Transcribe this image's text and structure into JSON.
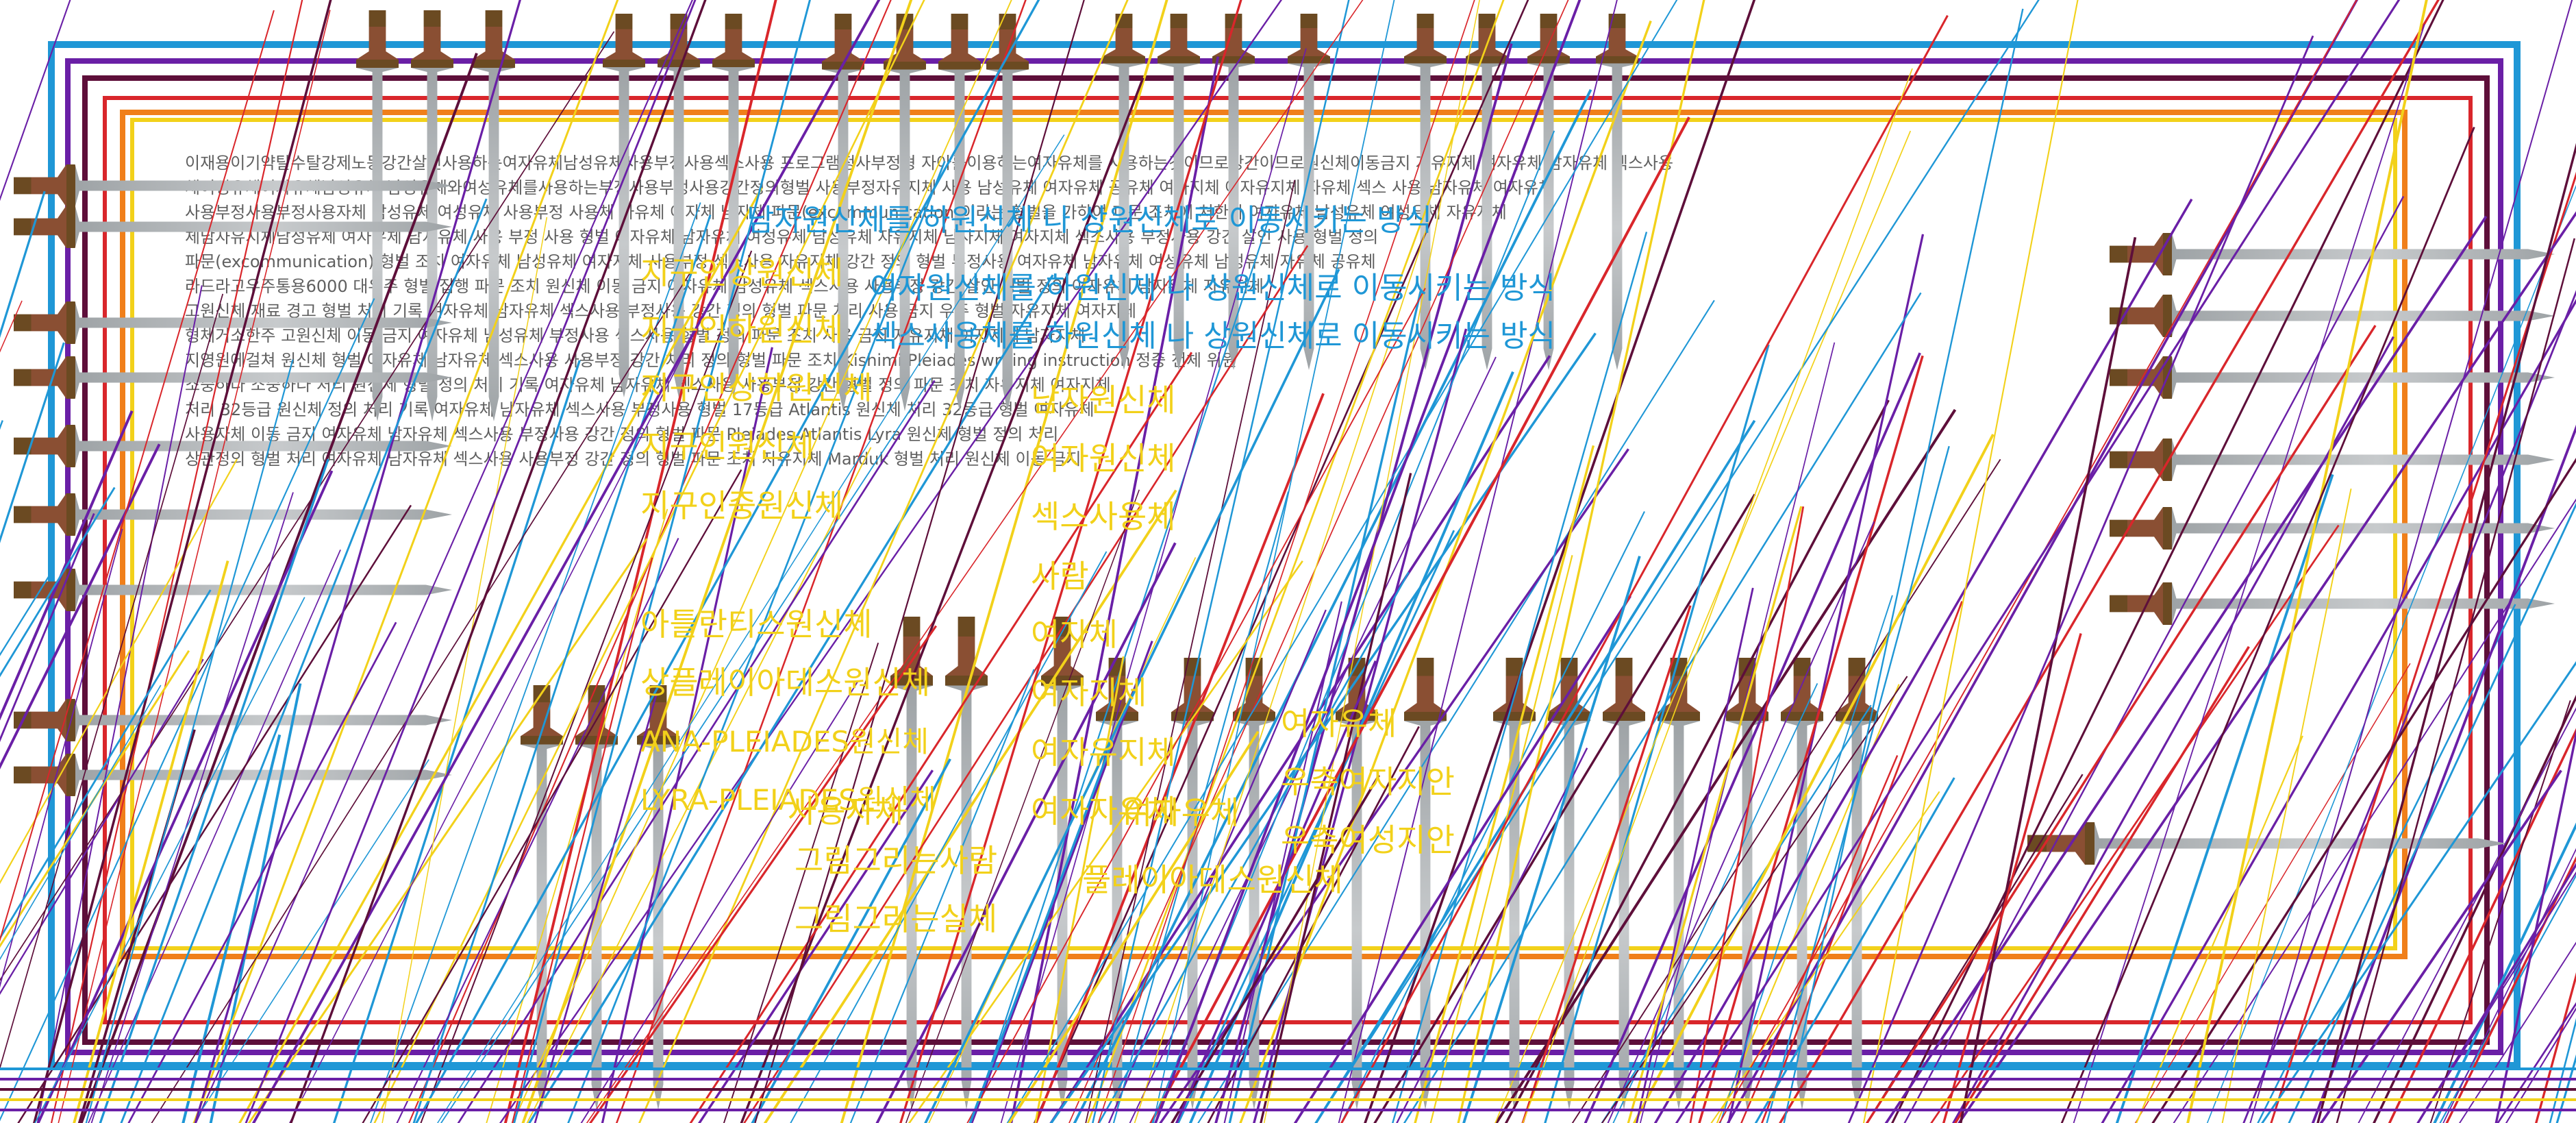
{
  "colors": {
    "blue": "#1f97d6",
    "yellow": "#f2d11a",
    "orange": "#f07f1a",
    "red": "#d9262b",
    "purple": "#6a1fa6",
    "maroon": "#5e0f3a",
    "steel": "#9ea3a6",
    "leather": "#8a4f33",
    "pommel": "#6b4a22"
  },
  "yellow_labels_left": [
    "지구인상원신체",
    "지구인하원신체",
    "지구인상하원신체",
    "지구인원신체",
    "지구인중원신체",
    "아틀란티스원신체",
    "상플레이아데스원신체",
    "ANA-PLEIADES원신체",
    "LYRA-PLEIADES원신체"
  ],
  "yellow_labels_center": [
    "남자원신체",
    "여자원신체",
    "섹스사용체",
    "사람",
    "여자체",
    "여자지체",
    "여자유지체",
    "여자자유체"
  ],
  "yellow_labels_lower": [
    "그림그리는사람",
    "그림그리는실체",
    "여자유체",
    "우축여자지안",
    "우축여성지안",
    "플레이아데스원신체",
    "여자우체",
    "사용자체"
  ],
  "blue_labels": [
    "남자원신체를 하원신체 나 상원신체로 이동시키는 방식",
    "여자원신체를 하원신체 나 상원신체로 이동시키는 방식",
    "섹스사용체를 하원신체 나 상원신체로 이동시키는 방식"
  ],
  "body_text_lines": [
    "이재용이기약탈수탈강제노동강간살인사용하는여자유체남성유체사용부정사용섹스사용 프로그램정사부정형 자아를이용하는여자유체를 사용하는것이므로강간이므로원신체이동금지 자유지체 여자유체 남자유체 섹스사용",
    "체여성유체여자유체남성유체 남성유체와여성유체를사용하는부정사용부정사용강간정의형벌 사용부정자유지체 사용 남성유체 여자유체 공유체 여자지체 여자유지체 자유체 섹스 사용 남자유체 여자유체",
    "사용부정사용부정사용자체 남성유체 여성유체 사용부정 사용체 자유체 여자체 남자체 파문(excommunication)이라는 형벌을 가하여 파문 조치에 처한다 여자유체 남성유체 여성유체 자유지체",
    "체남자유지체남성유체 여자유체 남자유체 사용 부정 사용 형벌 여자유체 남자유체 여성유체 남성유체 자유지체 남자지체 여자지체 섹스사용 부정사용 강간 살인 사용 형벌 정의",
    "파문(excommunication) 형벌 조치 여자유체 남성유체 여자지체 사용부정 섹스사용 자유지체 강간 정의 형벌 부정사용 여자유체 남자유체 여성유체 남성유체 자유체 공유체",
    "라드라고우주통용6000 대우주 형벌 집행 파문 조치 원신체 이동 금지 여자유체 남성유체 섹스사용 사용부정 강간 살인 형벌 정의 여자유체 남자유체 자유지체",
    "고원신체 재료 경고 형벌 처리 기록 여자유체 남자유체 섹스사용 부정사용 강간 정의 형벌 파문 처리 사용 금지 우주 형벌 자유지체 여자지체",
    "형체거소한주 고원신체 이동 금지 여자유체 남성유체 부정사용 섹스사용 형벌 정의 파문 조치 사용 금지 자유지체 여자지체 남자지체",
    "지영원에걸쳐 원신체 형벌 여자유체 남자유체 섹스사용 사용부정 강간 처리 정의 형벌 파문 조치 Kishimi Pleiades writing instruction 정중 천체 위원",
    "소중하다 소중하다 처리 원신체 형벌 정의 처리 기록 여자유체 남자유체 섹스사용 사용부정 강간 형벌 정의 파문 조치 자유지체 여자지체",
    "처리 32등급 원신체 정의 처리 기록 여자유체 남자유체 섹스사용 부정사용 형벌 17등급 Atlantis 원신체 처리 32등급 형벌 여자유체",
    "사용자체 이동 금지 여자유체 남자유체 섹스사용 부정사용 강간 정의 형벌 파문 Pleiades Atlantis Lyra 원신체 형벌 정의 처리",
    "상관정의 형벌 처리 여자유체 남자유체 섹스사용 사용부정 강간 정의 형벌 파문 조치 자유지체 Marduk 형벌 처리 원신체 이동 금지"
  ]
}
